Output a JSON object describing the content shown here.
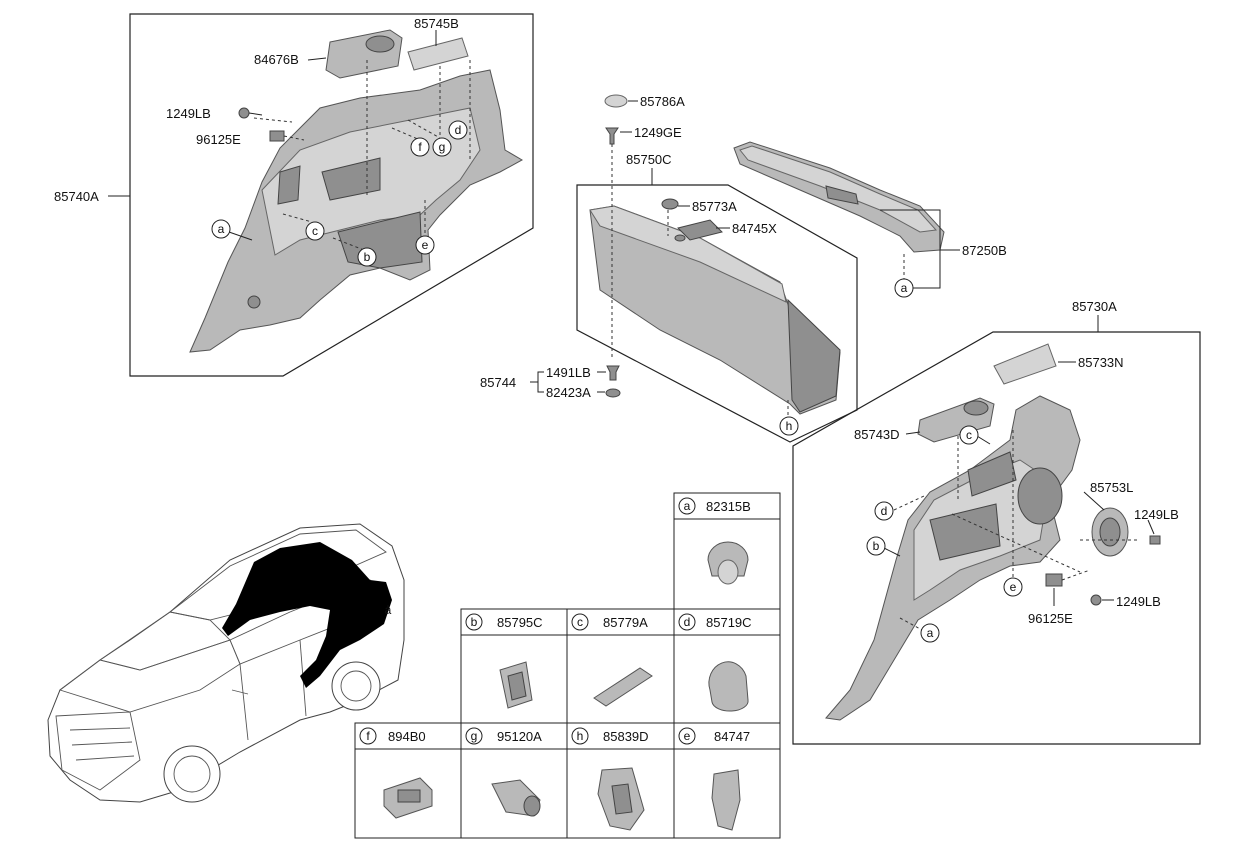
{
  "callouts": {
    "p85745B": "85745B",
    "p84676B": "84676B",
    "p1249LB_left": "1249LB",
    "p96125E_left": "96125E",
    "p85740A": "85740A",
    "p85786A": "85786A",
    "p1249GE": "1249GE",
    "p85750C": "85750C",
    "p85773A": "85773A",
    "p84745X": "84745X",
    "p87250B": "87250B",
    "p85744": "85744",
    "p1491LB": "1491LB",
    "p82423A": "82423A",
    "p85730A": "85730A",
    "p85733N": "85733N",
    "p85743D": "85743D",
    "p85753L": "85753L",
    "p1249LB_right": "1249LB",
    "p96125E_right": "96125E",
    "p1249LB_right2": "1249LB"
  },
  "ref_letters": {
    "left_a": "a",
    "left_b": "b",
    "left_c": "c",
    "left_d": "d",
    "left_e": "e",
    "left_f": "f",
    "left_g": "g",
    "trim_a": "a",
    "shelf_h": "h",
    "right_a": "a",
    "right_b": "b",
    "right_c": "c",
    "right_d": "d",
    "right_e": "e",
    "car_a": "a"
  },
  "legend": {
    "cells": [
      {
        "letter": "a",
        "part": "82315B"
      },
      {
        "letter": "b",
        "part": "85795C"
      },
      {
        "letter": "c",
        "part": "85779A"
      },
      {
        "letter": "d",
        "part": "85719C"
      },
      {
        "letter": "f",
        "part": "894B0"
      },
      {
        "letter": "g",
        "part": "95120A"
      },
      {
        "letter": "h",
        "part": "85839D"
      },
      {
        "letter": "e",
        "part": "84747"
      }
    ]
  },
  "colors": {
    "part_fill": "#b9b9b9",
    "part_dark": "#8f8f8f",
    "part_light": "#d4d4d4",
    "line": "#222222",
    "highlight_area": "#000000"
  }
}
